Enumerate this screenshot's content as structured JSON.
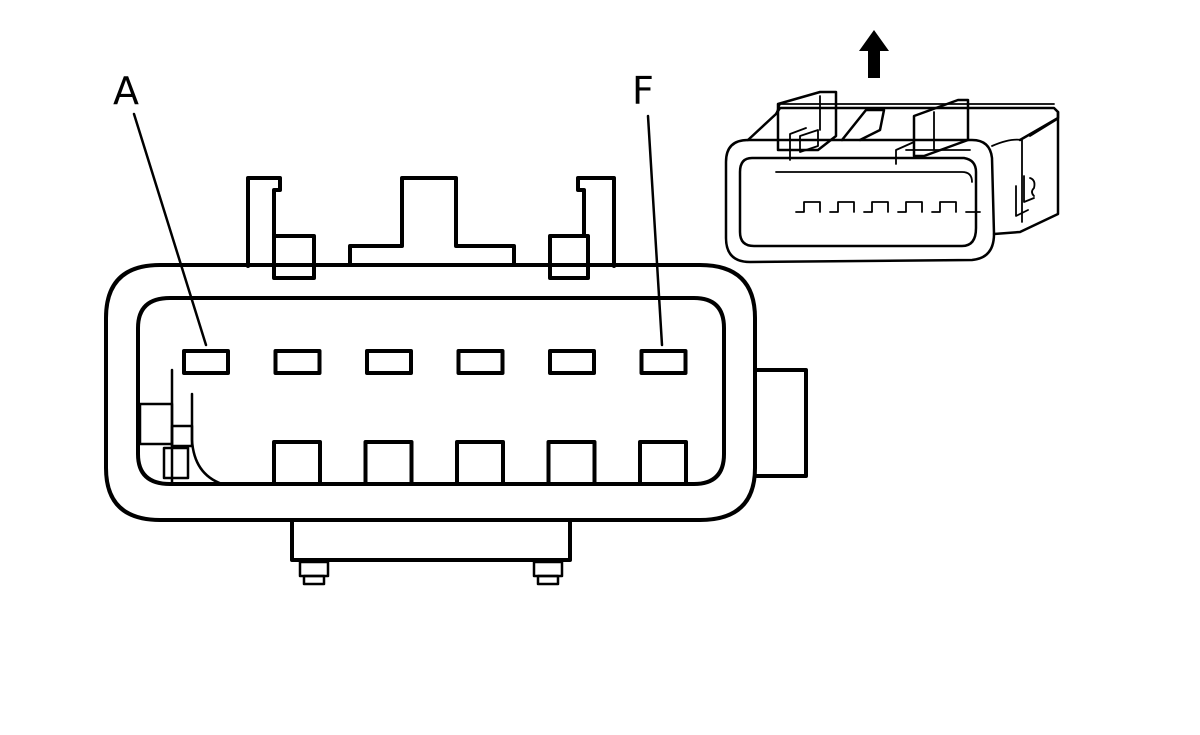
{
  "diagram": {
    "pin_labels": {
      "first": "A",
      "last": "F"
    },
    "upper_row_pin_count": 6,
    "lower_row_pin_count": 5,
    "colors": {
      "line": "#000000",
      "background": "#ffffff"
    }
  }
}
